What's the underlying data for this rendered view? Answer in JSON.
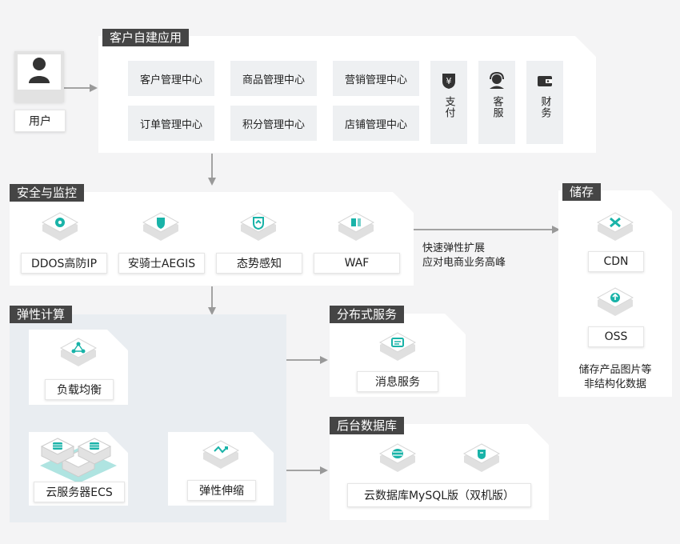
{
  "user": {
    "label": "用户"
  },
  "client_apps": {
    "title": "客户自建应用",
    "row1": [
      "客户管理中心",
      "商品管理中心",
      "营销管理中心"
    ],
    "row2": [
      "订单管理中心",
      "积分管理中心",
      "店铺管理中心"
    ],
    "payment": "支付",
    "service": "客服",
    "finance": "财务"
  },
  "security": {
    "title": "安全与监控",
    "items": [
      "DDOS高防IP",
      "安骑士AEGIS",
      "态势感知",
      "WAF"
    ]
  },
  "scaling_note": "快速弹性扩展\n应对电商业务高峰",
  "storage": {
    "title": "储存",
    "items": [
      "CDN",
      "OSS"
    ],
    "note": "储存产品图片等\n非结构化数据"
  },
  "compute": {
    "title": "弹性计算",
    "slb": "负载均衡",
    "ecs": "云服务器ECS",
    "ess": "弹性伸缩"
  },
  "distributed": {
    "title": "分布式服务",
    "item": "消息服务"
  },
  "database": {
    "title": "后台数据库",
    "item": "云数据库MySQL版（双机版）"
  },
  "colors": {
    "accent": "#19b3a8",
    "tag_bg": "#454545",
    "arrow": "#999999"
  }
}
